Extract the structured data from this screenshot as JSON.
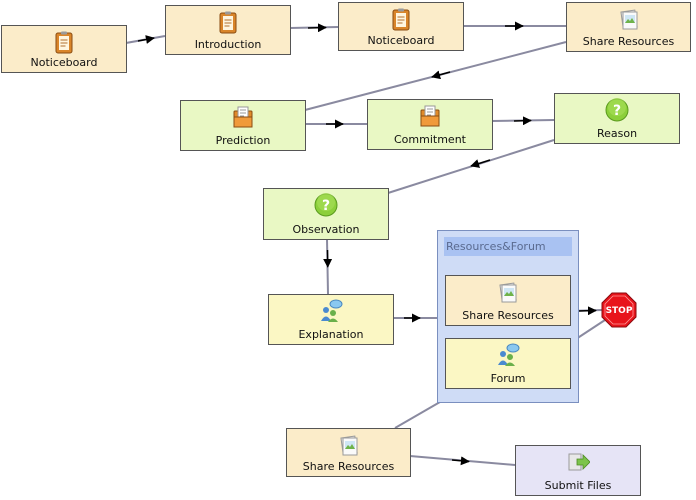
{
  "nodes": {
    "noticeboard_1": "Noticeboard",
    "introduction": "Introduction",
    "noticeboard_2": "Noticeboard",
    "share_resources_1": "Share Resources",
    "prediction": "Prediction",
    "commitment": "Commitment",
    "reason": "Reason",
    "observation": "Observation",
    "explanation": "Explanation",
    "share_resources_2": "Share Resources",
    "forum": "Forum",
    "share_resources_3": "Share Resources",
    "submit_files": "Submit Files"
  },
  "group": {
    "title": "Resources&Forum"
  },
  "stop": {
    "label": "STOP"
  },
  "icons": {
    "noticeboard": "clipboard-icon",
    "introduction": "clipboard-icon",
    "share": "image-doc-icon",
    "prediction": "folder-doc-icon",
    "commitment": "folder-doc-icon",
    "reason": "question-icon",
    "observation": "question-icon",
    "explanation": "people-chat-icon",
    "forum": "people-chat-icon",
    "submit": "file-arrow-icon",
    "stop": "stop-sign-icon"
  },
  "colors": {
    "connector": "#8a8aa0",
    "notice_fill": "#fbecc9",
    "green_fill": "#e9f8c4",
    "yellow_fill": "#fbf7c4",
    "submit_fill": "#e6e4f6",
    "group_fill": "#cfdcf6",
    "stop_red": "#e8141b"
  }
}
